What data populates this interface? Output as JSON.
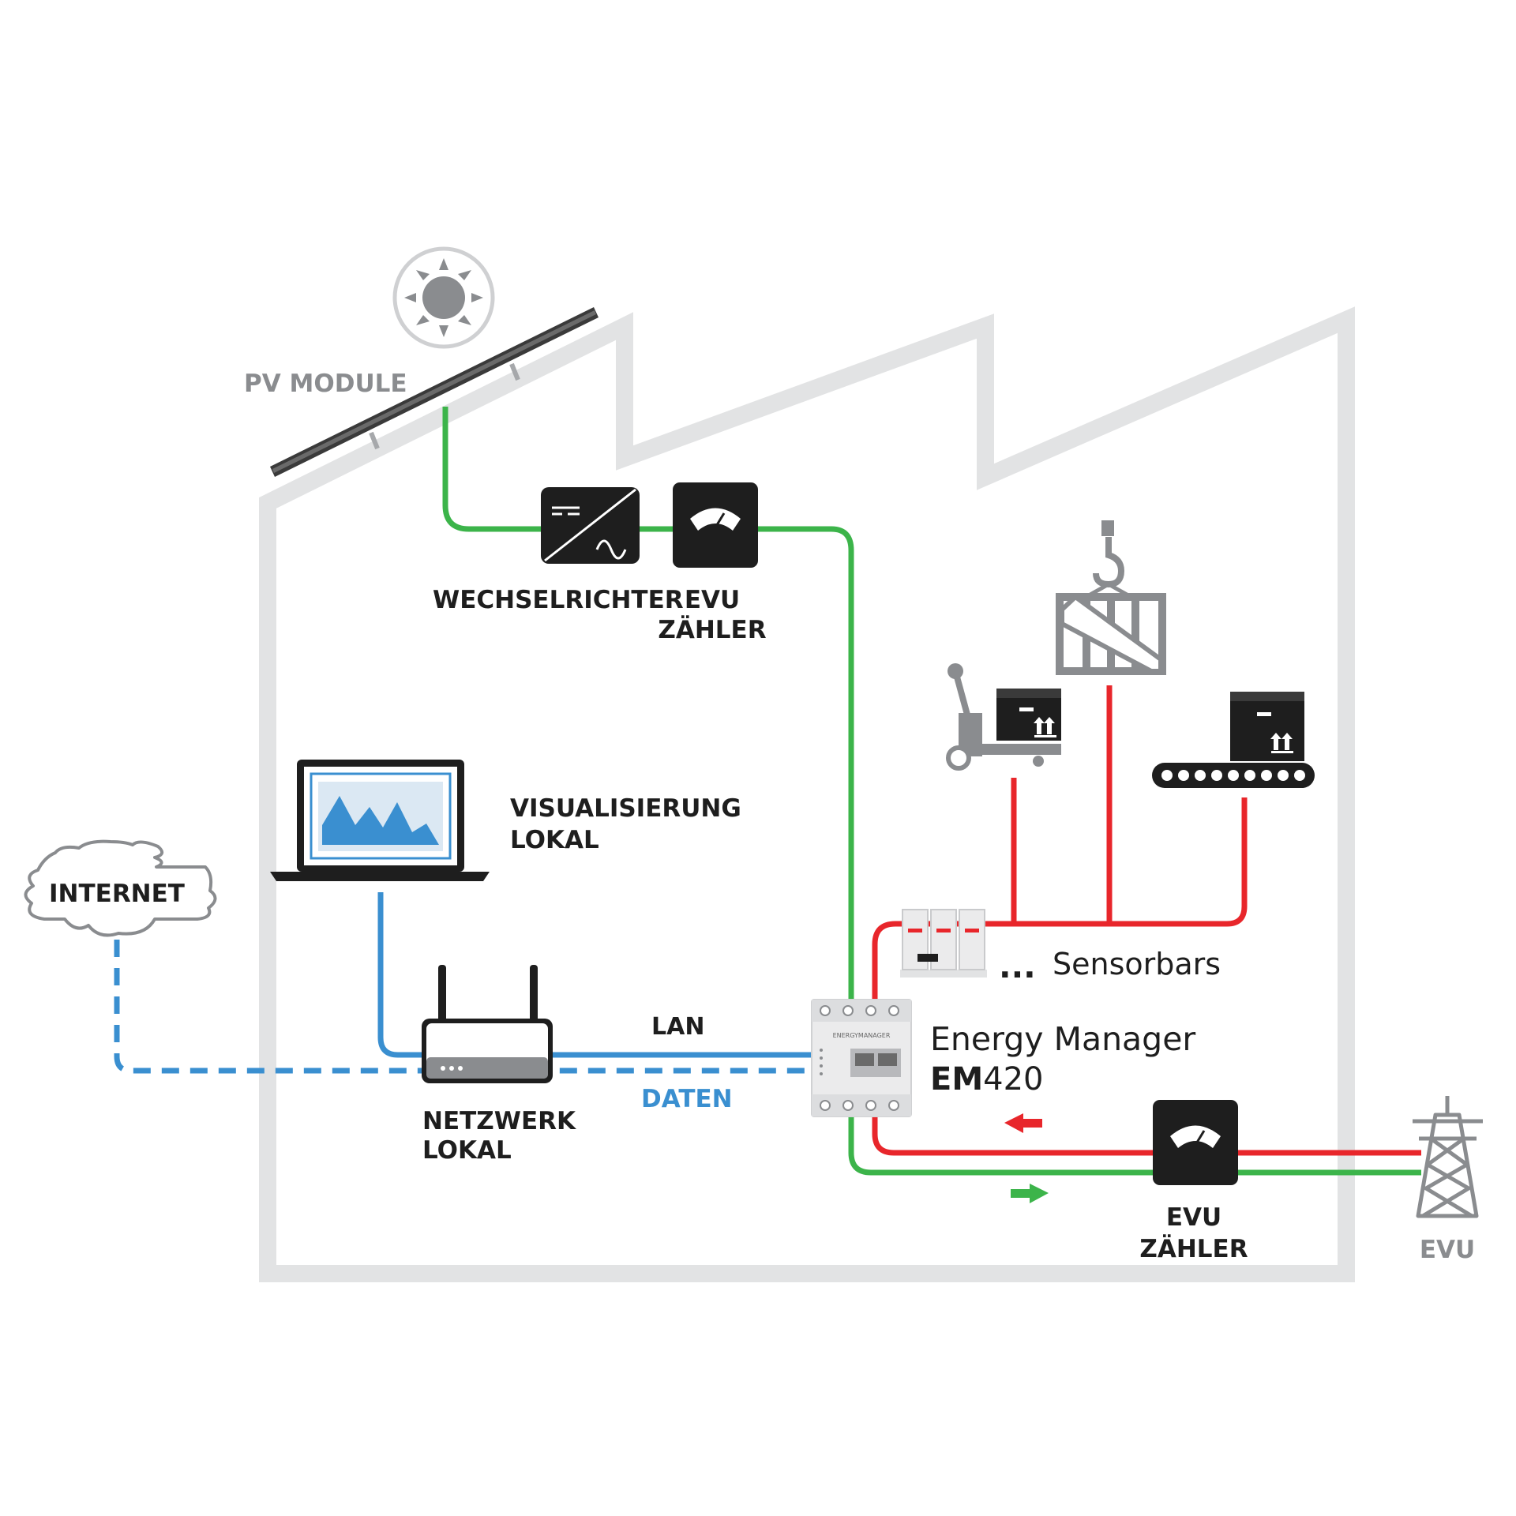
{
  "labels": {
    "pv_module": "PV MODULE",
    "wechselrichter": "WECHSELRICHTER",
    "evu_zaehler_top_1": "EVU",
    "evu_zaehler_top_2": "ZÄHLER",
    "visualisierung_1": "VISUALISIERUNG",
    "visualisierung_2": "LOKAL",
    "internet": "INTERNET",
    "lan": "LAN",
    "daten": "DATEN",
    "netzwerk_1": "NETZWERK",
    "netzwerk_2": "LOKAL",
    "sensorbars": "Sensorbars",
    "sensorbars_dots": "...",
    "energy_manager_1": "Energy Manager",
    "energy_manager_model_bold": "EM",
    "energy_manager_model_rest": "420",
    "energy_manager_device": "ENERGYMANAGER",
    "evu_zaehler_bottom_1": "EVU",
    "evu_zaehler_bottom_2": "ZÄHLER",
    "evu": "EVU"
  },
  "colors": {
    "green_line": "#3cb44a",
    "red_line": "#e8262b",
    "blue_line": "#3a8fd0",
    "building_outline": "#e2e3e4",
    "icon_grey": "#8a8c8f",
    "icon_dark": "#1e1e1e"
  }
}
